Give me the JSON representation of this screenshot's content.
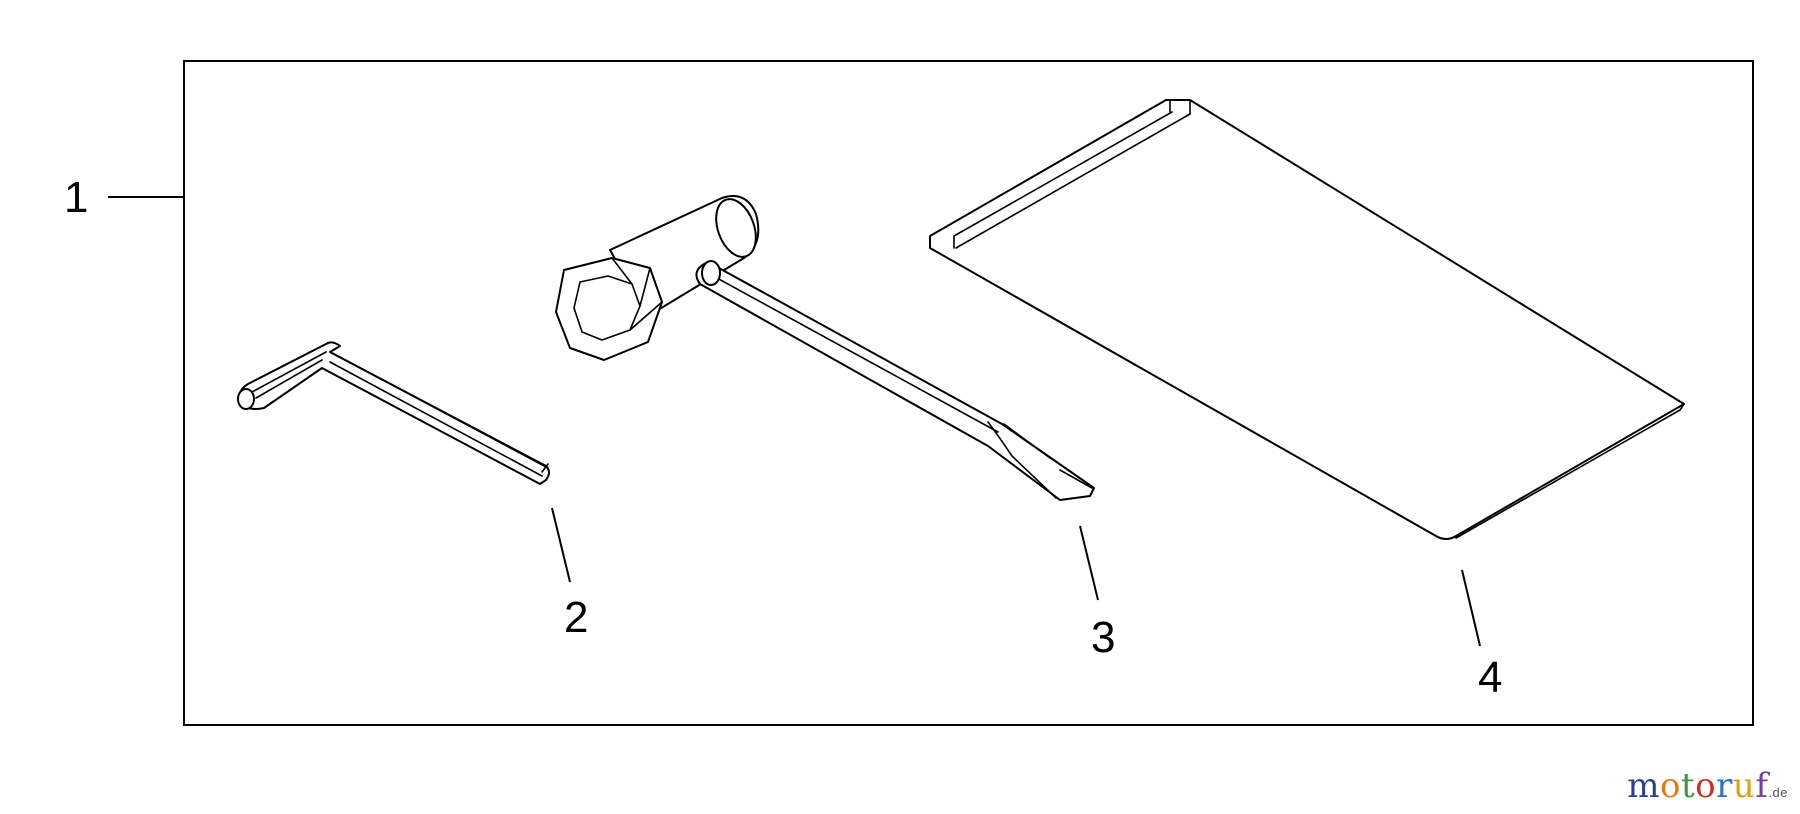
{
  "parts": {
    "p1": "1",
    "p2": "2",
    "p3": "3",
    "p4": "4"
  },
  "watermark": {
    "letters": [
      "m",
      "o",
      "t",
      "o",
      "r",
      "u",
      "f"
    ],
    "colors": [
      "#2f3f8f",
      "#e07b1a",
      "#3a9a3a",
      "#c0332b",
      "#2f73b5",
      "#d6a21a",
      "#7a3f9a"
    ],
    "tld": ".de"
  }
}
